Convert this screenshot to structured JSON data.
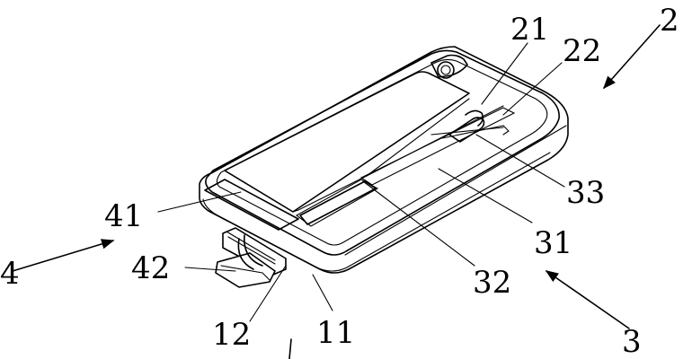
{
  "labels": {
    "l21": "21",
    "l22": "22",
    "l2": "2",
    "l33": "33",
    "l41": "41",
    "l4": "4",
    "l31": "31",
    "l42": "42",
    "l32": "32",
    "l12": "12",
    "l11": "11",
    "l3": "3"
  }
}
